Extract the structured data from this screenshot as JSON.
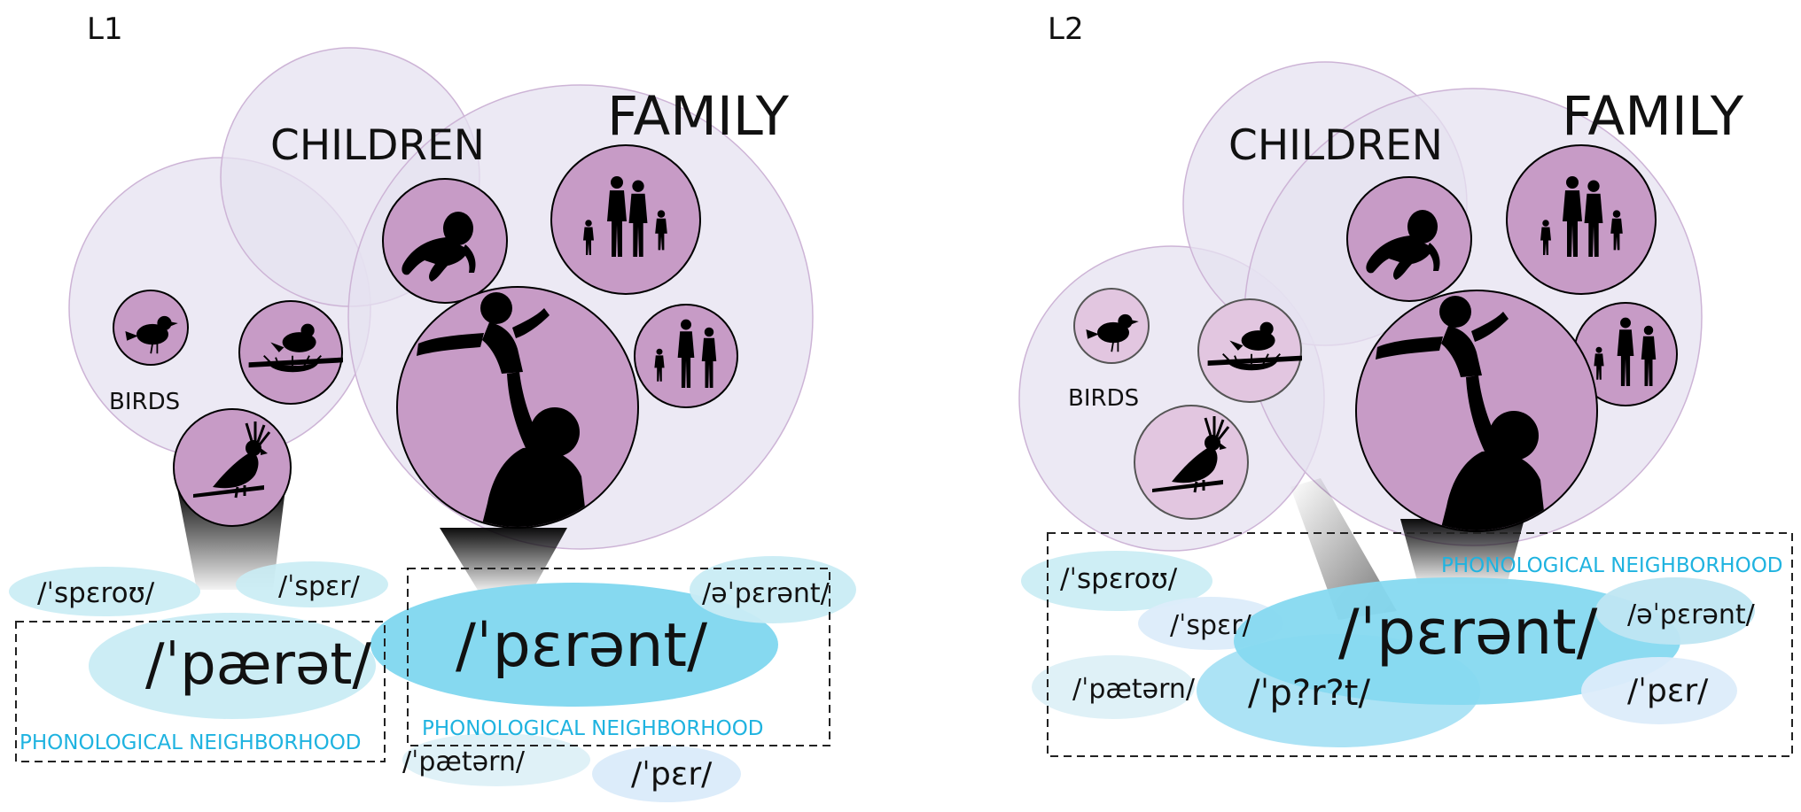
{
  "panels": [
    {
      "id": "l1",
      "label": "L1",
      "categories": {
        "children": "CHILDREN",
        "family": "FAMILY",
        "birds": "BIRDS"
      },
      "words": {
        "target": "/ˈpærət/",
        "parent": "/ˈpɛrənt/",
        "sparrow": "/ˈspɛroʊ/",
        "spur": "/ˈspɛr/",
        "apparent": "/əˈpɛrənt/",
        "pattern": "/ˈpætərn/",
        "pair": "/ˈpɛr/"
      },
      "neighborhood_labels": [
        "PHONOLOGICAL NEIGHBORHOOD",
        "PHONOLOGICAL NEIGHBORHOOD"
      ],
      "icons": [
        "baby-icon",
        "family-icon",
        "grandparents-icon",
        "parent-lifting-child-icon",
        "sparrow-icon",
        "bird-nest-icon",
        "cockatoo-icon"
      ]
    },
    {
      "id": "l2",
      "label": "L2",
      "categories": {
        "children": "CHILDREN",
        "family": "FAMILY",
        "birds": "BIRDS"
      },
      "words": {
        "parent": "/ˈpɛrənt/",
        "parrot_uncertain": "/ˈp?r?t/",
        "sparrow": "/ˈspɛroʊ/",
        "spur": "/ˈspɛr/",
        "apparent": "/əˈpɛrənt/",
        "pattern": "/ˈpætərn/",
        "pair": "/ˈpɛr/"
      },
      "neighborhood_label": "PHONOLOGICAL NEIGHBORHOOD",
      "icons": [
        "baby-icon",
        "family-icon",
        "grandparents-icon",
        "parent-lifting-child-icon",
        "sparrow-icon",
        "bird-nest-icon",
        "cockatoo-icon"
      ]
    }
  ],
  "colors": {
    "semantic_circle": "#e6e1f0",
    "semantic_stroke": "#cdb4d6",
    "concept_fill": "#c79bc6",
    "word_blob": "#86d9f0",
    "neighbor_blob": "#c9ecf4",
    "neighborhood_text": "#1fb3e0"
  }
}
